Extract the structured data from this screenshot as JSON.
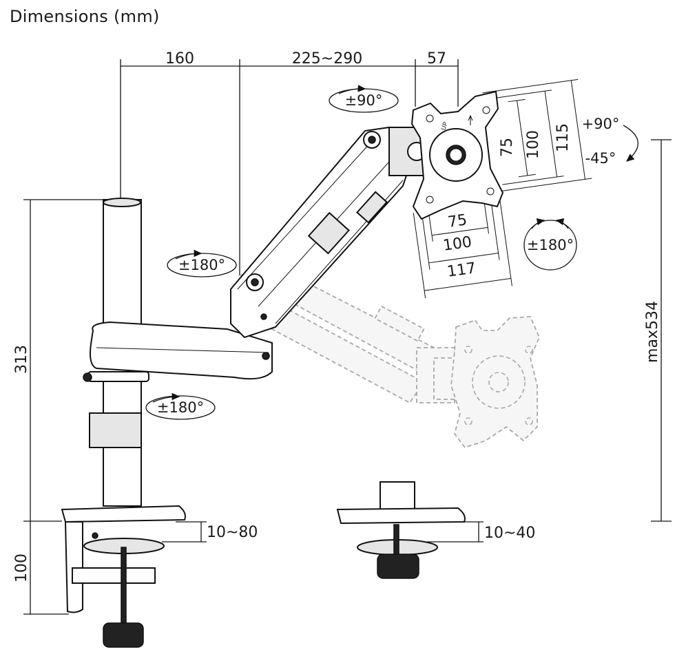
{
  "title": "Dimensions (mm)",
  "dimensions": {
    "arm_length": "160",
    "arm_extension": "225~290",
    "vesa_offset": "57",
    "vesa_75_vertical": "75",
    "vesa_100_vertical": "100",
    "plate_115": "115",
    "vesa_75_horizontal": "75",
    "vesa_100_horizontal": "100",
    "plate_117": "117",
    "pole_height": "313",
    "clamp_height": "100",
    "max_height": "max534",
    "clamp_range_c": "10~80",
    "clamp_range_grommet": "10~40"
  },
  "rotations": {
    "vesa_rotate": "±90°",
    "elbow_swivel": "±180°",
    "base_swivel": "±180°",
    "screen_rotate": "±180°",
    "tilt_up": "+90°",
    "tilt_down": "-45°"
  },
  "plate_label": "UP"
}
